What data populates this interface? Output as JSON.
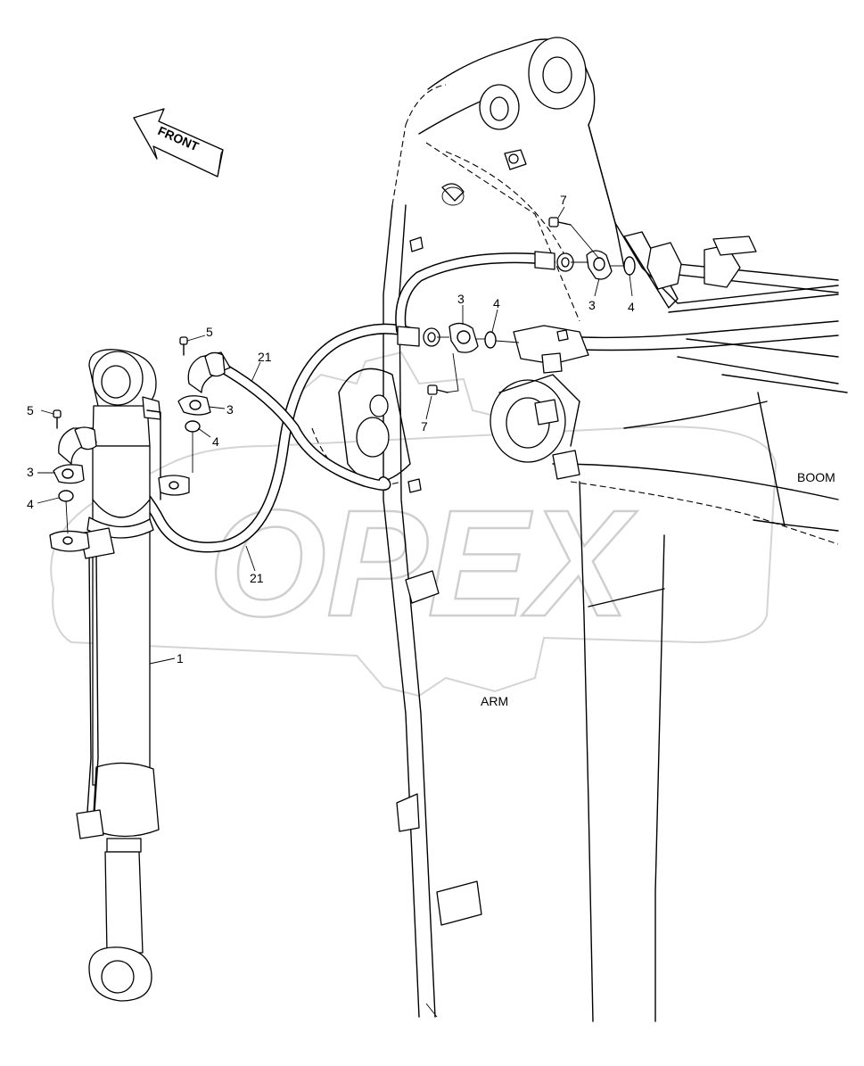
{
  "drawing": {
    "front_label": "FRONT",
    "watermark": "OPEX",
    "zones": {
      "boom": "BOOM",
      "arm": "ARM"
    },
    "callouts": [
      {
        "id": "c-7a",
        "text": "7"
      },
      {
        "id": "c-3a",
        "text": "3"
      },
      {
        "id": "c-4a",
        "text": "4"
      },
      {
        "id": "c-3b",
        "text": "3"
      },
      {
        "id": "c-4b",
        "text": "4"
      },
      {
        "id": "c-7b",
        "text": "7"
      },
      {
        "id": "c-5a",
        "text": "5"
      },
      {
        "id": "c-21a",
        "text": "21"
      },
      {
        "id": "c-3c",
        "text": "3"
      },
      {
        "id": "c-4c",
        "text": "4"
      },
      {
        "id": "c-5b",
        "text": "5"
      },
      {
        "id": "c-3d",
        "text": "3"
      },
      {
        "id": "c-4d",
        "text": "4"
      },
      {
        "id": "c-21b",
        "text": "21"
      },
      {
        "id": "c-1",
        "text": "1"
      }
    ]
  }
}
